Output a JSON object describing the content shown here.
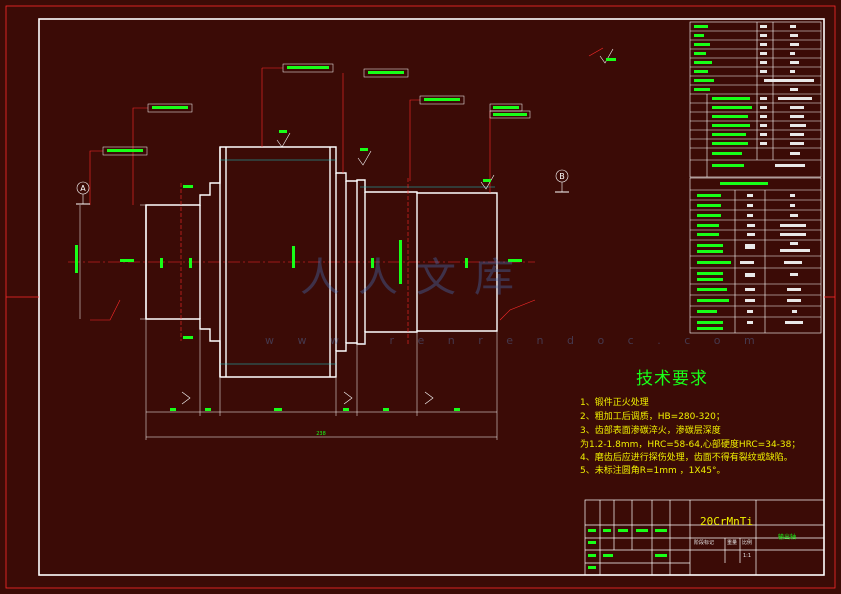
{
  "technical_requirements": {
    "title": "技术要求",
    "items": [
      "1、锻件正火处理",
      "2、粗加工后调质，HB=280-320；",
      "3、齿部表面渗碳淬火，渗碳层深度",
      "为1.2-1.8mm，HRC=58-64,心部硬度HRC=34-38；",
      "4、磨齿后应进行探伤处理，齿面不得有裂纹或缺陷。",
      "5、未标注圆角R=1mm  ，1X45°。"
    ]
  },
  "title_block": {
    "material": "20CrMnTi",
    "cells": [
      "阶段标记",
      "重量",
      "比例",
      "1:1"
    ],
    "part_name": "输出轴"
  },
  "datums": [
    "A",
    "B"
  ],
  "roughness": [
    "0.8",
    "0.8",
    "0.8",
    "3.2",
    "6.3"
  ],
  "overall_dim": "238",
  "watermark": {
    "brand": "人人文库",
    "url": "w w w . r e n r e n d o c . c o m"
  },
  "colors": {
    "background": "#3b0b06",
    "outline": "#ffffff",
    "dimension": "#18ff18",
    "text": "#f0f000",
    "leader": "#ff2a2a",
    "centerline": "#ff2a2a"
  }
}
